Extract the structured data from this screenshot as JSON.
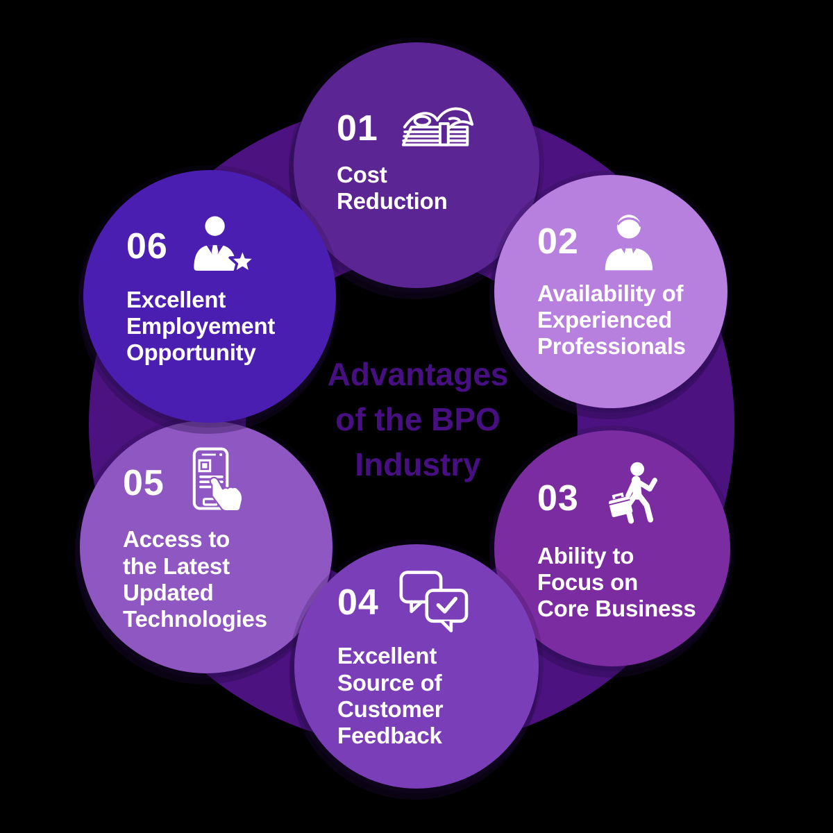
{
  "canvas": {
    "background_color": "#000000",
    "ring_color": "#4C1380"
  },
  "title": {
    "lines": [
      "Advantages",
      "of the BPO",
      "Industry"
    ],
    "color": "#470F82"
  },
  "items": [
    {
      "number": "01",
      "lines": [
        "Cost",
        "Reduction"
      ],
      "icon": "money-stack-icon",
      "circle_color": "#5C2594",
      "text_color": "#FFFFFF"
    },
    {
      "number": "02",
      "lines": [
        "Availability of",
        "Experienced",
        "Professionals"
      ],
      "icon": "businessman-icon",
      "circle_color": "#B77FDE",
      "text_color": "#FFFFFF"
    },
    {
      "number": "03",
      "lines": [
        "Ability to",
        "Focus on",
        "Core Business"
      ],
      "icon": "walking-businessman-icon",
      "circle_color": "#7B2CA0",
      "text_color": "#FFFFFF"
    },
    {
      "number": "04",
      "lines": [
        "Excellent",
        "Source of",
        "Customer",
        "Feedback"
      ],
      "icon": "feedback-chat-icon",
      "circle_color": "#7A3EB8",
      "text_color": "#FFFFFF"
    },
    {
      "number": "05",
      "lines": [
        "Access to",
        "the Latest",
        "Updated",
        "Technologies"
      ],
      "icon": "smartphone-tap-icon",
      "circle_color": "#8E57C2",
      "text_color": "#FFFFFF"
    },
    {
      "number": "06",
      "lines": [
        "Excellent",
        "Employement",
        "Opportunity"
      ],
      "icon": "employee-star-icon",
      "circle_color": "#4A1EB0",
      "text_color": "#FFFFFF"
    }
  ]
}
